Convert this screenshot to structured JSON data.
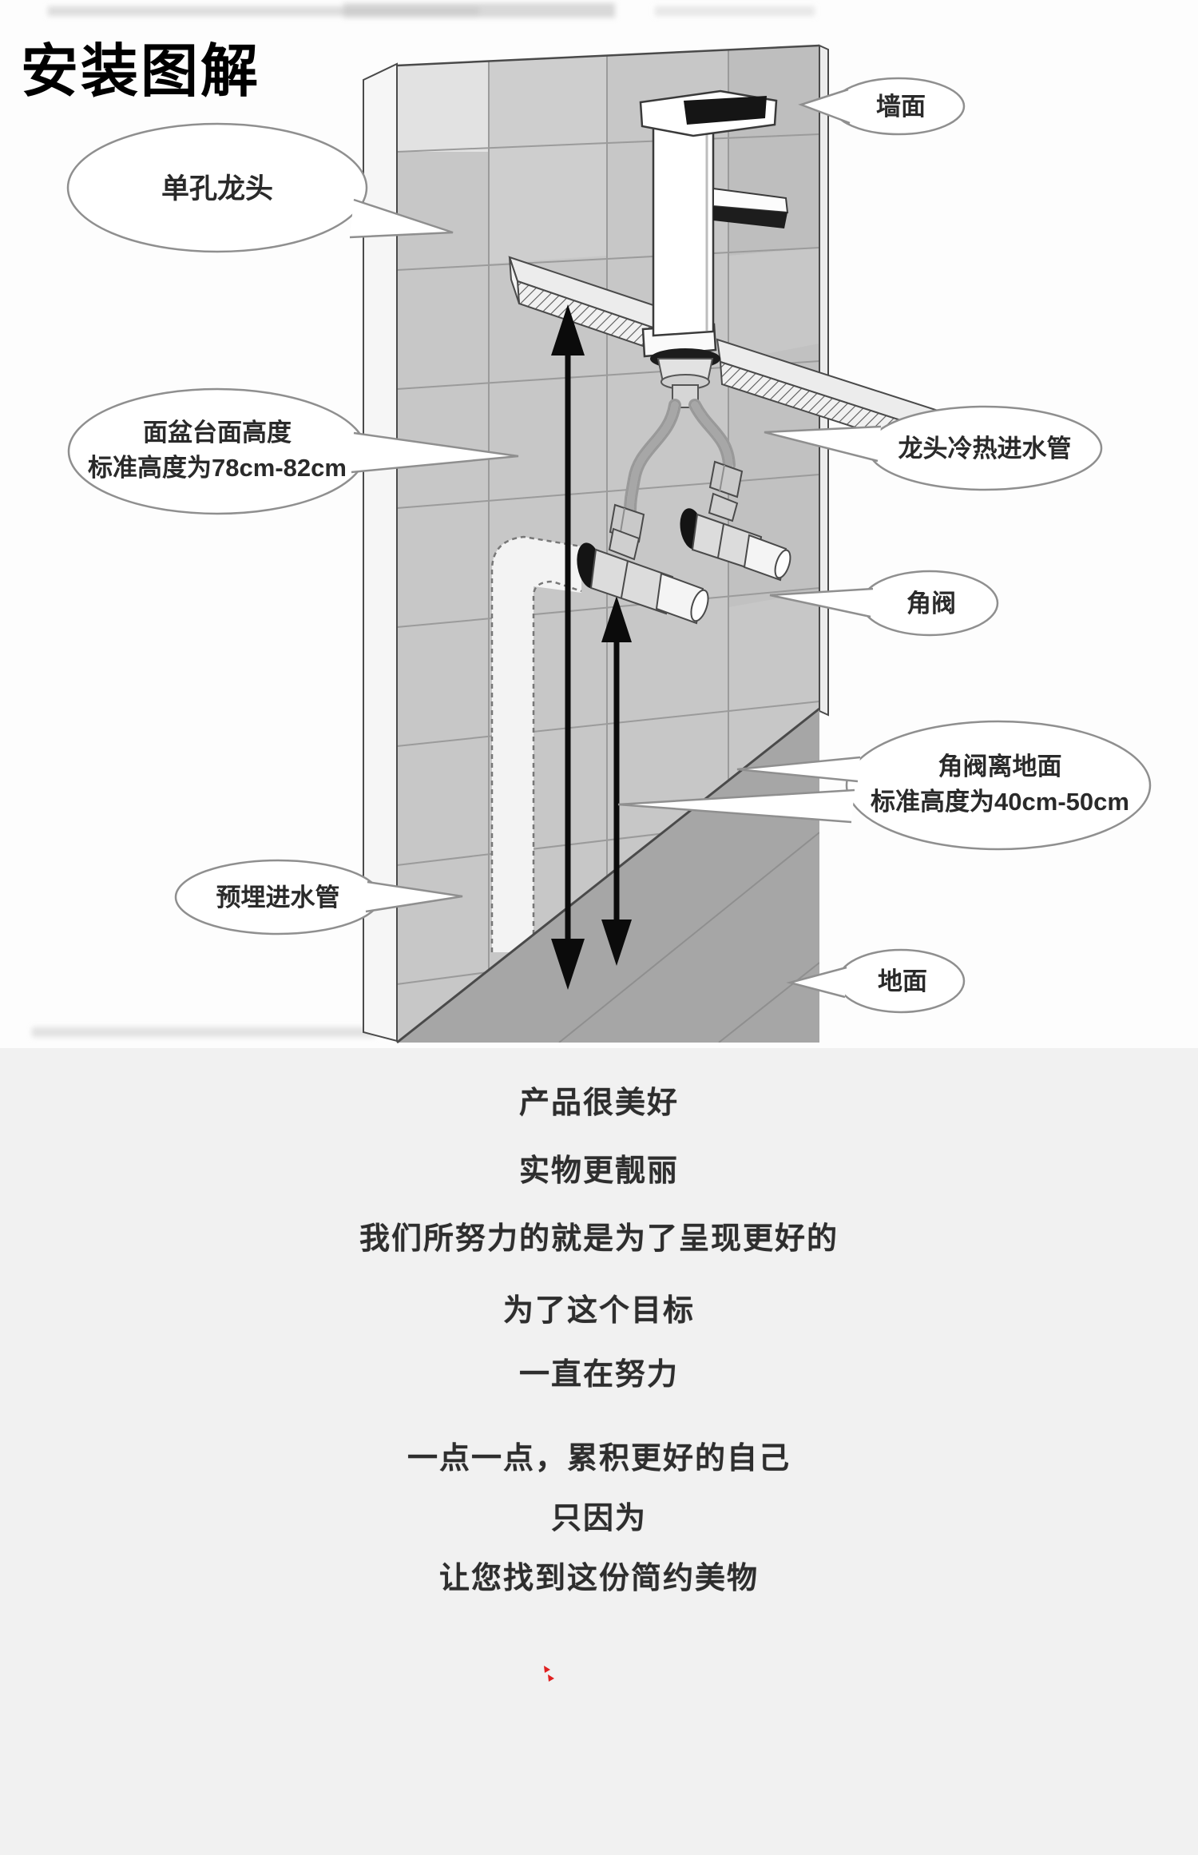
{
  "title": "安装图解",
  "callouts": {
    "wall": "墙面",
    "faucet": "单孔龙头",
    "counter_height_1": "面盆台面高度",
    "counter_height_2": "标准高度为78cm-82cm",
    "hoses": "龙头冷热进水管",
    "valve": "角阀",
    "valve_height_1": "角阀离地面",
    "valve_height_2": "标准高度为40cm-50cm",
    "embedded_pipe": "预埋进水管",
    "floor": "地面"
  },
  "marketing": {
    "lines": [
      "产品很美好",
      "实物更靓丽",
      "我们所努力的就是为了呈现更好的",
      "为了这个目标",
      "一直在努力",
      "一点一点，累积更好的自己",
      "只因为",
      "让您找到这份简约美物"
    ]
  },
  "colors": {
    "wall_tile": "#c7c7c7",
    "floor": "#a6a6a6",
    "section_bg": "#f1f1f1",
    "red_mark": "#e02020"
  }
}
